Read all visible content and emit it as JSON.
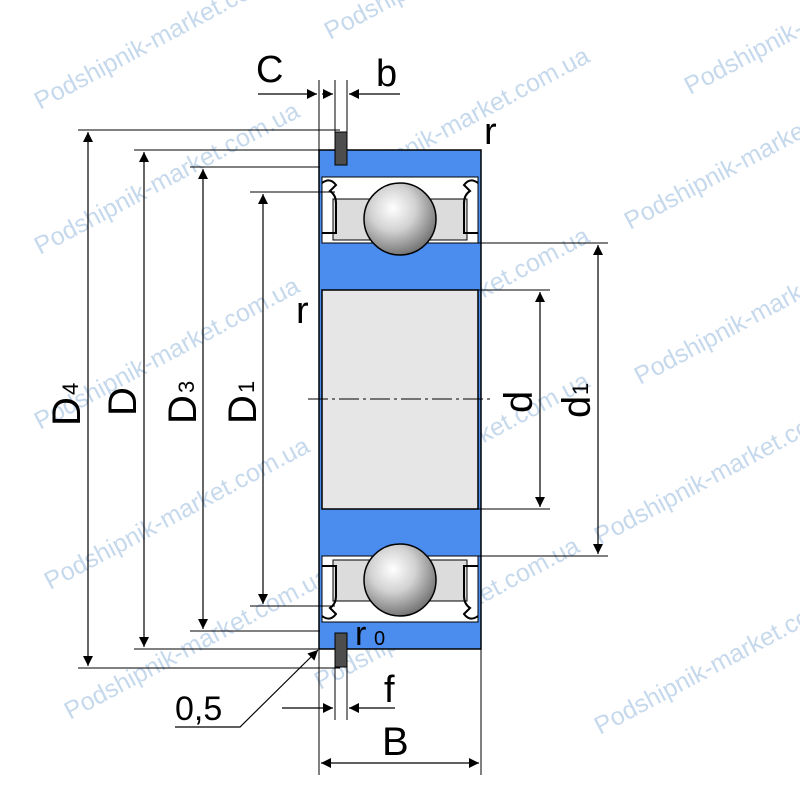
{
  "watermark": {
    "text": "Podshipnik-market.com.ua"
  },
  "colors": {
    "ring": "#4b8def",
    "bore": "#e6e6e6",
    "line": "#000000",
    "watermark": "#c6d9ec"
  },
  "labels": {
    "C": "C",
    "b": "b",
    "r_top": "r",
    "r_left": "r",
    "D4_main": "D",
    "D4_sub": "4",
    "D": "D",
    "D3_main": "D",
    "D3_sub": "3",
    "D1_main": "D",
    "D1_sub": "1",
    "d": "d",
    "d1_main": "d",
    "d1_sub": "1",
    "r0_main": "r",
    "r0_sub": "0",
    "f": "f",
    "chamfer": "0,5",
    "B": "B"
  }
}
